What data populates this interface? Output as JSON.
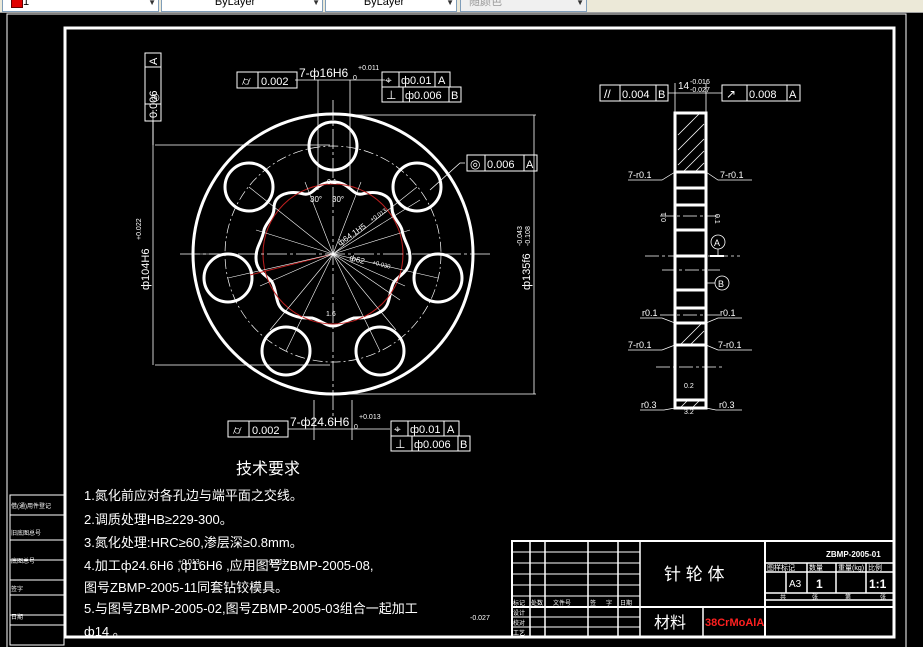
{
  "toolbar": {
    "layer_combo": {
      "value": "1",
      "color": "#e00000"
    },
    "linetype_combo": {
      "value": "ByLayer"
    },
    "lineweight_combo": {
      "value": "ByLayer"
    },
    "plotstyle_combo": {
      "value": "随颜色"
    }
  },
  "drawing": {
    "colors": {
      "background": "#000000",
      "lines": "#ffffff",
      "center_red": "#c02020",
      "material_red": "#ff2020"
    },
    "front_view": {
      "holes_label": "7-ф16H6",
      "holes_tol_upper": "+0.011",
      "holes_tol_lower": "0",
      "flatness_symbol": "⌭",
      "flatness_value": "0.002",
      "position_symbol": "⌖",
      "position_value": "ф0.01",
      "position_datum": "A",
      "perp_symbol": "⊥",
      "perp_value": "ф0.006",
      "perp_datum": "B",
      "concentricity_left_value": "0.006",
      "concentricity_left_datum": "A",
      "concentricity_right_value": "0.006",
      "concentricity_right_datum": "A",
      "dia_left": "ф104H6",
      "dia_left_upper": "+0.022",
      "dia_left_lower": "0",
      "dia_right": "ф135f6",
      "dia_right_upper": "-0.043",
      "dia_right_lower": "-0.108",
      "inner_dia": "ф64.1H5",
      "inner_dia_upper": "+0.013",
      "inner_dia_lower": "0",
      "center_dia": "ф62",
      "center_dia_upper": "+0.030",
      "center_dia_lower": "0",
      "angle_left": "30°",
      "angle_right": "30°",
      "rough_top": "0.1",
      "rough_bottom": "1.6",
      "bottom_holes_label": "7-ф24.6H6",
      "bottom_tol_upper": "+0.013",
      "bottom_tol_lower": "0",
      "bottom_flatness_value": "0.002",
      "bottom_position_value": "ф0.01",
      "bottom_position_datum": "A",
      "bottom_perp_value": "ф0.006",
      "bottom_perp_datum": "B"
    },
    "side_view": {
      "thickness": "14",
      "thickness_upper": "-0.016",
      "thickness_lower": "-0.027",
      "parallel_value": "0.004",
      "parallel_datum": "B",
      "runout_value": "0.008",
      "runout_datum": "A",
      "radius_labels": [
        "7-r0.1",
        "7-r0.1",
        "r0.1",
        "r0.1",
        "7-r0.1",
        "7-r0.1",
        "r0.3",
        "r0.3"
      ],
      "rough_left": "0.1",
      "rough_right": "0.1",
      "rough_bottom_top": "0.2",
      "rough_bottom": "3.2",
      "datum_a": "A",
      "datum_b": "B"
    },
    "tech_requirements": {
      "title": "技术要求",
      "lines": [
        "1.氮化前应对各孔边与端平面之交线。",
        "2.调质处理HB≥229-300。",
        "3.氮化处理:HRC≥60,渗层深≥0.8mm。",
        "4.加工ф24.6H6  ,ф16H6     ,应用图号ZBMP-2005-08,",
        "图号ZBMP-2005-11同套钻铰模具。",
        "5.与图号ZBMP-2005-02,图号ZBMP-2005-03组合一起加工",
        "ф14        。"
      ],
      "line4_tol1": "+0.013",
      "line4_tol2": "+0.011",
      "line5_tol": "-0.027"
    },
    "title_block": {
      "part_name": "针  轮  体",
      "material_label": "材料",
      "material_value": "38CrMoAlA",
      "drawing_no": "ZBMP-2005-01",
      "headers": [
        "图样标记",
        "数量",
        "重量(kg)",
        "比例"
      ],
      "sheet_size": "A3",
      "quantity": "1",
      "weight": "",
      "scale": "1:1",
      "sheet_row": [
        "共",
        "张",
        "第",
        "张"
      ],
      "revision_headers": [
        "标记",
        "处数",
        "文件号",
        "签",
        "字",
        "日期"
      ],
      "sign_rows": [
        "设计",
        "校对",
        "工艺"
      ]
    },
    "left_strip": {
      "rows": [
        "借(通)用件登记",
        "旧底图总号",
        "底图总号",
        "签字",
        "日期"
      ]
    }
  }
}
